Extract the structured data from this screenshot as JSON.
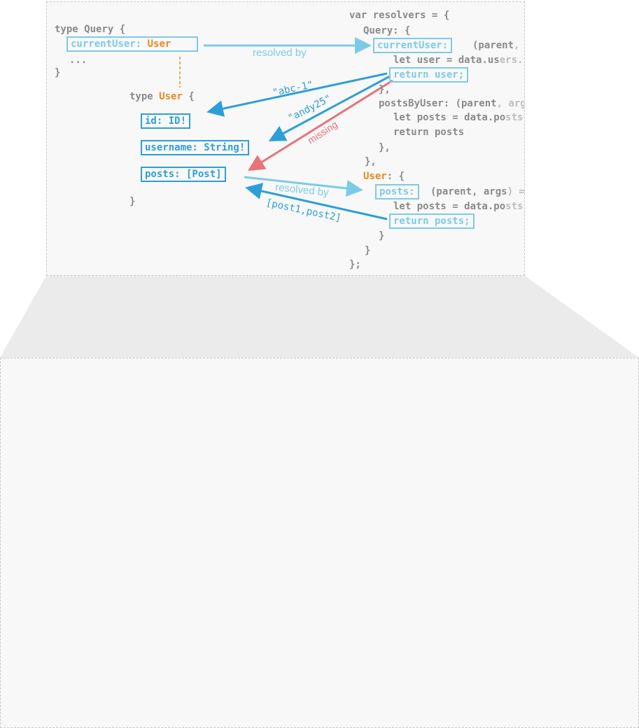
{
  "schema": {
    "type_query_open": "type Query {",
    "current_user_field": "currentUser:",
    "current_user_type": "User",
    "ellipsis": "...",
    "close_brace": "}",
    "type_user_kw": "type",
    "type_user_name": "User",
    "type_user_open": "{",
    "field_id": "id: ID!",
    "field_username": "username: String!",
    "field_posts": "posts: [Post]",
    "user_close": "}"
  },
  "resolvers": {
    "open": "var resolvers = {",
    "query_open": "Query: {",
    "current_user_key": "currentUser:",
    "current_user_sig_a": "(parent",
    "current_user_sig_b": ", args) => {",
    "let_user_a": "let user = data.us",
    "let_user_b": "ers.find( u",
    "return_user": "return user;",
    "close_inner": "},",
    "posts_by_user_a": "postsByUser: (parent",
    "posts_by_user_b": ", args) => {",
    "let_posts_a": "let posts = data.po",
    "let_posts_b": "sts.filter(",
    "return_posts_plain": "return posts",
    "close_inner2": "},",
    "close_query": "},",
    "user_key": "User",
    "user_open": ": {",
    "posts_key": "posts:",
    "posts_sig_a": "(parent, args",
    "posts_sig_b": ") => {",
    "let_posts2_a": "let posts = data.po",
    "let_posts2_b": "sts.f",
    "return_posts": "return posts;",
    "close_posts": "}",
    "close_user": "}",
    "close_all": "};"
  },
  "edges": {
    "resolved_by_1": "resolved by",
    "abc": "\"abc-1\"",
    "andy": "\"andy25\"",
    "missing": "missing",
    "resolved_by_2": "resolved by",
    "post_list": "[post1,post2]"
  },
  "colors": {
    "dark_blue": "#2e9fd6",
    "light_blue": "#7ccbe6",
    "red": "#e8737a",
    "orange": "#e8891c",
    "gray_text": "#8a8a8a"
  }
}
